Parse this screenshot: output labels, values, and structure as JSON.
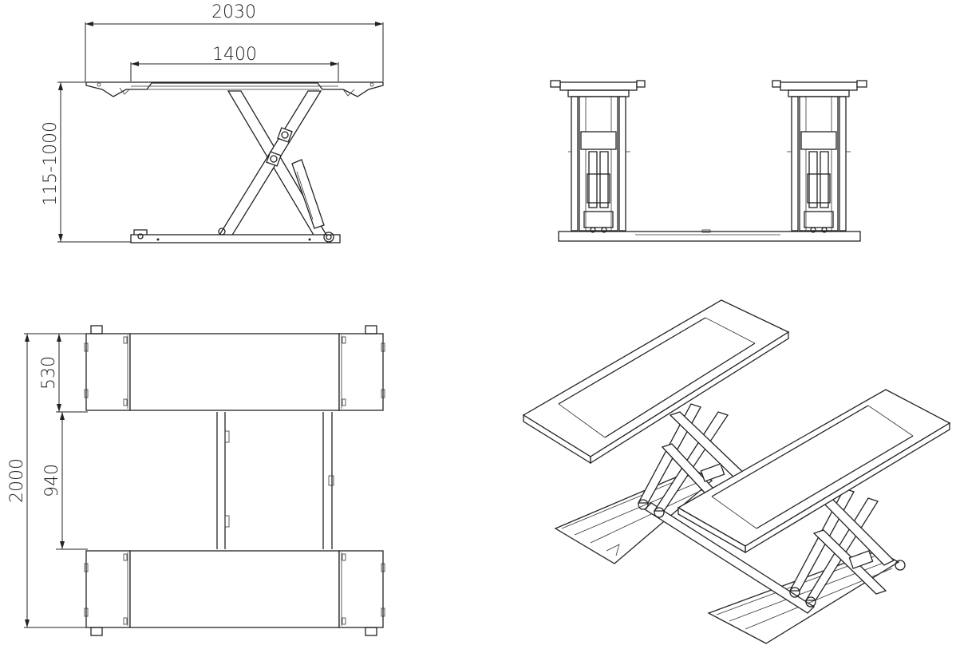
{
  "dimensions": {
    "overall_length": "2030",
    "platform_length": "1400",
    "height_range": "115-1000",
    "overall_width": "2000",
    "platform_width": "530",
    "gap_width": "940"
  }
}
